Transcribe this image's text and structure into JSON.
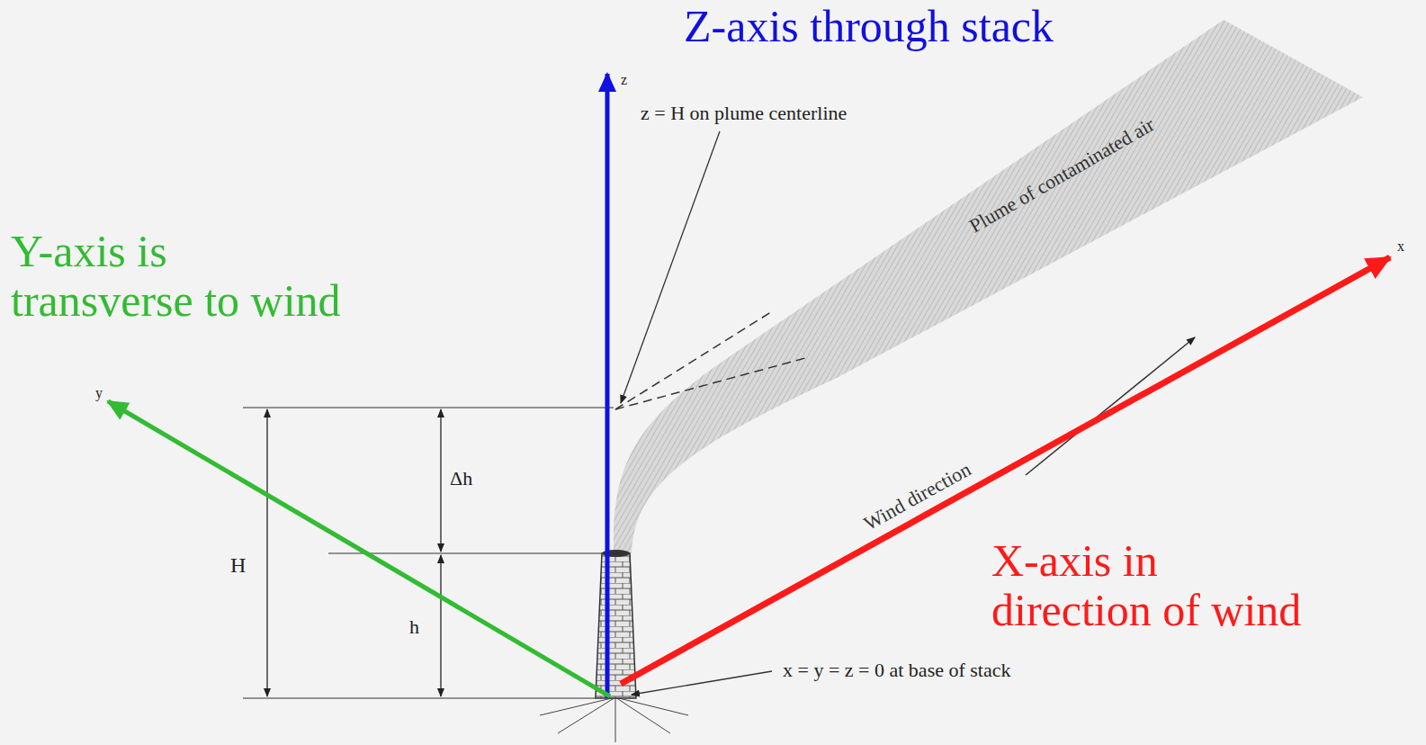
{
  "diagram": {
    "labels": [
      "Z-axis through stack",
      "z",
      "z = H on plume centerline",
      "Plume of contaminated air",
      "x",
      "Y-axis is transverse to wind",
      "y",
      "Δh",
      "H",
      "Wind direction",
      "h",
      "X-axis in direction of wind",
      "x = y = z = 0 at base of stack"
    ]
  }
}
